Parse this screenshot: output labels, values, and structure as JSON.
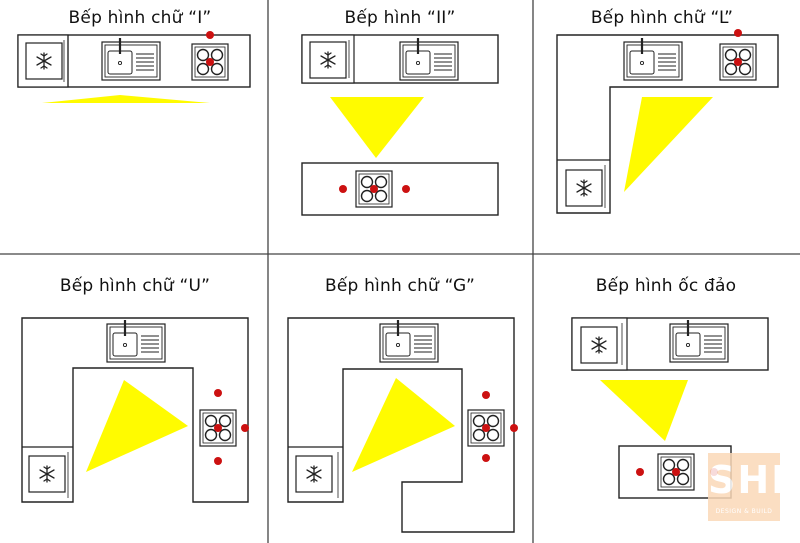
{
  "colors": {
    "work_triangle": "#fffb00",
    "marker": "#cc1111",
    "outline": "#222222",
    "background": "#ffffff"
  },
  "icons": {
    "fridge": "snowflake-icon",
    "sink": "sink-icon",
    "stove": "stove-icon"
  },
  "panels": [
    {
      "id": "i",
      "title": "Bếp hình chữ “I”"
    },
    {
      "id": "ii",
      "title": "Bếp hình “II”"
    },
    {
      "id": "l",
      "title": "Bếp hình chữ “L”"
    },
    {
      "id": "u",
      "title": "Bếp hình chữ “U”"
    },
    {
      "id": "g",
      "title": "Bếp hình chữ “G”"
    },
    {
      "id": "island",
      "title": "Bếp hình ốc đảo"
    }
  ],
  "logo": {
    "text": "SHI",
    "subtitle": "DESIGN & BUILD"
  }
}
